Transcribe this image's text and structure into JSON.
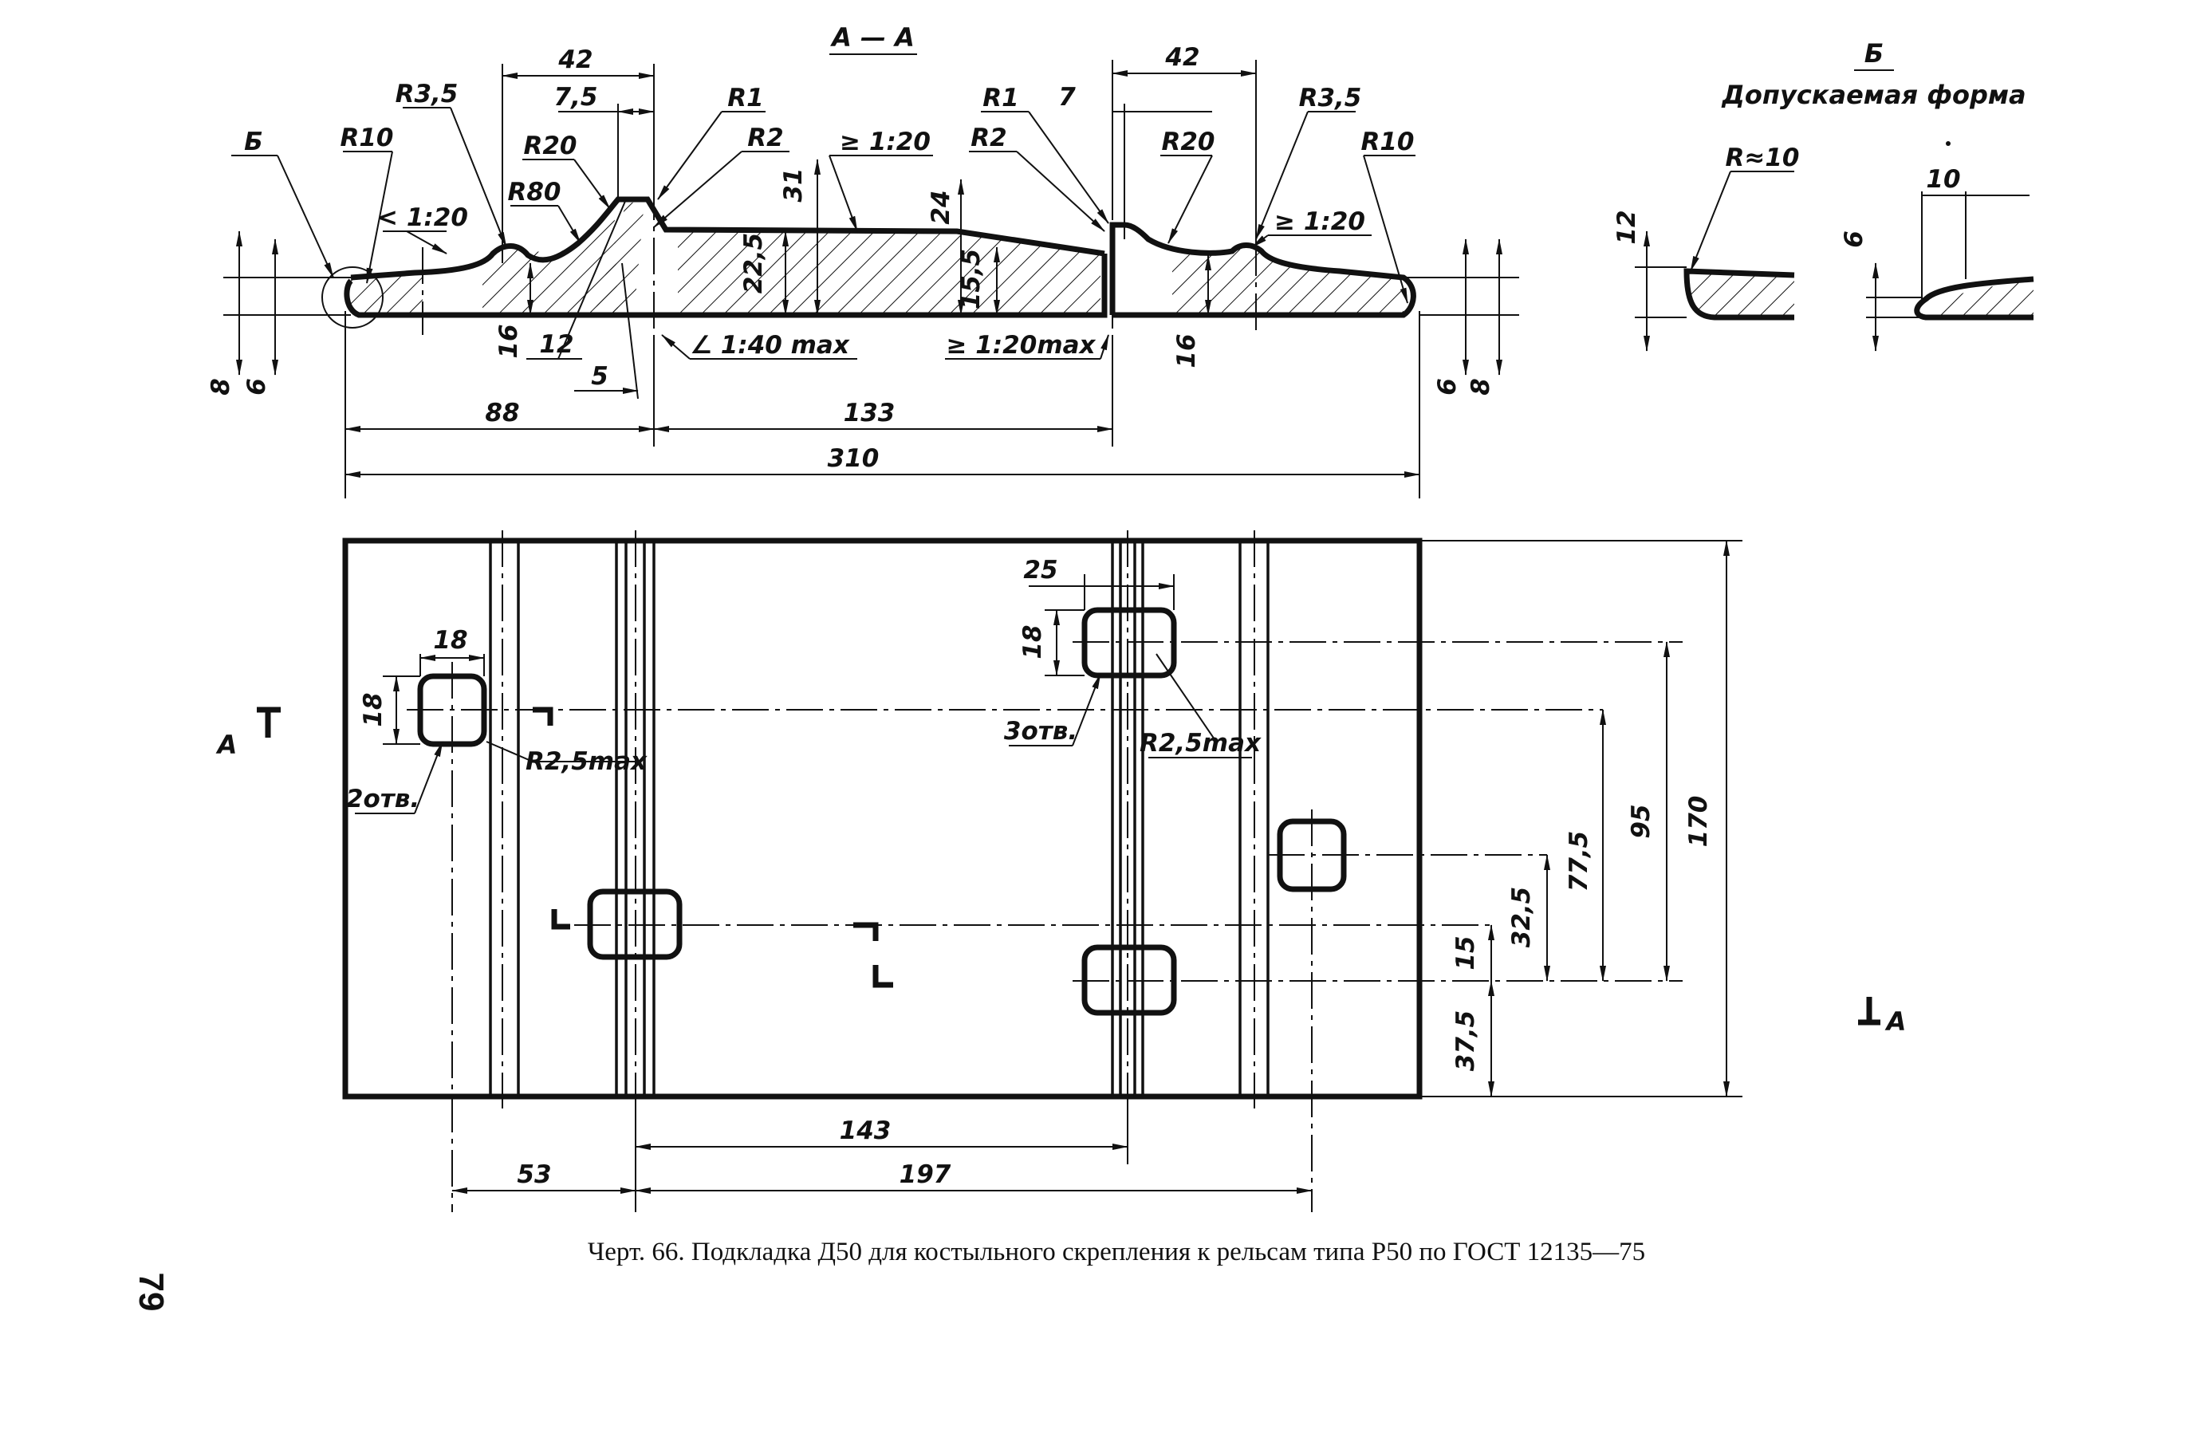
{
  "section_title": "А — А",
  "detail_view": {
    "letter": "Б",
    "title": "Допускаемая форма",
    "radius_label": "R≈10",
    "width_label": "10",
    "height_left": "12",
    "height_right": "6"
  },
  "section_dims": {
    "d42_left": "42",
    "d42_right": "42",
    "d7_5": "7,5",
    "d7": "7",
    "r3_5_left": "R3,5",
    "r3_5_right": "R3,5",
    "r1_left": "R1",
    "r1_right": "R1",
    "r2_left": "R2",
    "r2_right": "R2",
    "r20_left": "R20",
    "r20_right": "R20",
    "r80": "R80",
    "r10_left": "R10",
    "r10_right": "R10",
    "slope_left": "1:20",
    "slope_top": "1:20",
    "slope_right": "1:20",
    "slope_40": "1:40 max",
    "slope_20max": "1:20max",
    "h31": "31",
    "h24": "24",
    "h22_5": "22,5",
    "h15_5": "15,5",
    "h16_left": "16",
    "h16_right": "16",
    "d12": "12",
    "d5": "5",
    "h8_left": "8",
    "h6_left": "6",
    "h6_right": "6",
    "h8_right": "8",
    "d88": "88",
    "d133": "133",
    "d310": "310",
    "detail_mark": "Б"
  },
  "plan_dims": {
    "hole_w_left": "18",
    "hole_h_left": "18",
    "r2_5_left": "R2,5max",
    "holes_left": "2отв.",
    "hole_w_right": "25",
    "hole_h_right": "18",
    "holes_right": "3отв.",
    "r2_5_right": "R2,5max",
    "d95": "95",
    "d77_5": "77,5",
    "d32_5": "32,5",
    "d15": "15",
    "d37_5": "37,5",
    "d170": "170",
    "d143": "143",
    "d53": "53",
    "d197": "197",
    "cut_left": "А",
    "cut_right": "А"
  },
  "caption": "Черт. 66. Подкладка Д50 для костыльного скрепления к рельсам типа Р50 по ГОСТ 12135—75",
  "page_number": "79"
}
